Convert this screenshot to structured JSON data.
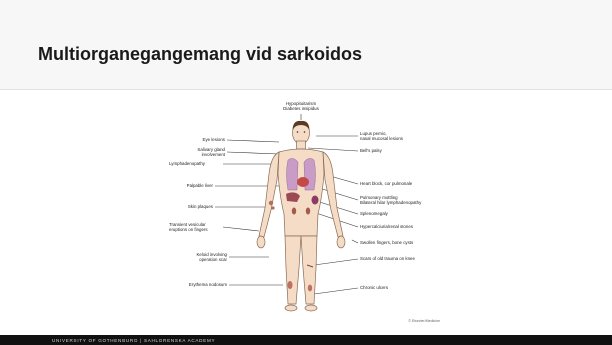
{
  "slide": {
    "title": "Multiorganegangemang vid sarkoidos"
  },
  "figure": {
    "top_label": [
      "Hypopituitarism",
      "Diabetes insipidus"
    ],
    "left_labels": [
      [
        "Eye lesions"
      ],
      [
        "Salivary gland",
        "involvement"
      ],
      [
        "Lymphadenopathy"
      ],
      [
        "Palpable liver"
      ],
      [
        "Skin plaques"
      ],
      [
        "Transient vesicular",
        "eruptions on fingers"
      ],
      [
        "Keloid involving",
        "operation scar"
      ],
      [
        "Erythema nodosum"
      ]
    ],
    "right_labels": [
      [
        "Lupus pernio,",
        "nasal mucosal lesions"
      ],
      [
        "Bell's palsy"
      ],
      [
        "Heart block, cor pulmonale"
      ],
      [
        "Pulmonary mottling",
        "Bilateral hilar lymphadenopathy"
      ],
      [
        "Splenomegaly"
      ],
      [
        "Hypercalciuria/renal stones"
      ],
      [
        "Swollen fingers, bone cysts"
      ],
      [
        "Scars of old trauma on knee"
      ],
      [
        "Chronic ulcers"
      ]
    ],
    "credit": "© Elsevier/Medicine"
  },
  "footer": {
    "text": "UNIVERSITY OF GOTHENBURG   |   SAHLGRENSKA ACADEMY"
  }
}
